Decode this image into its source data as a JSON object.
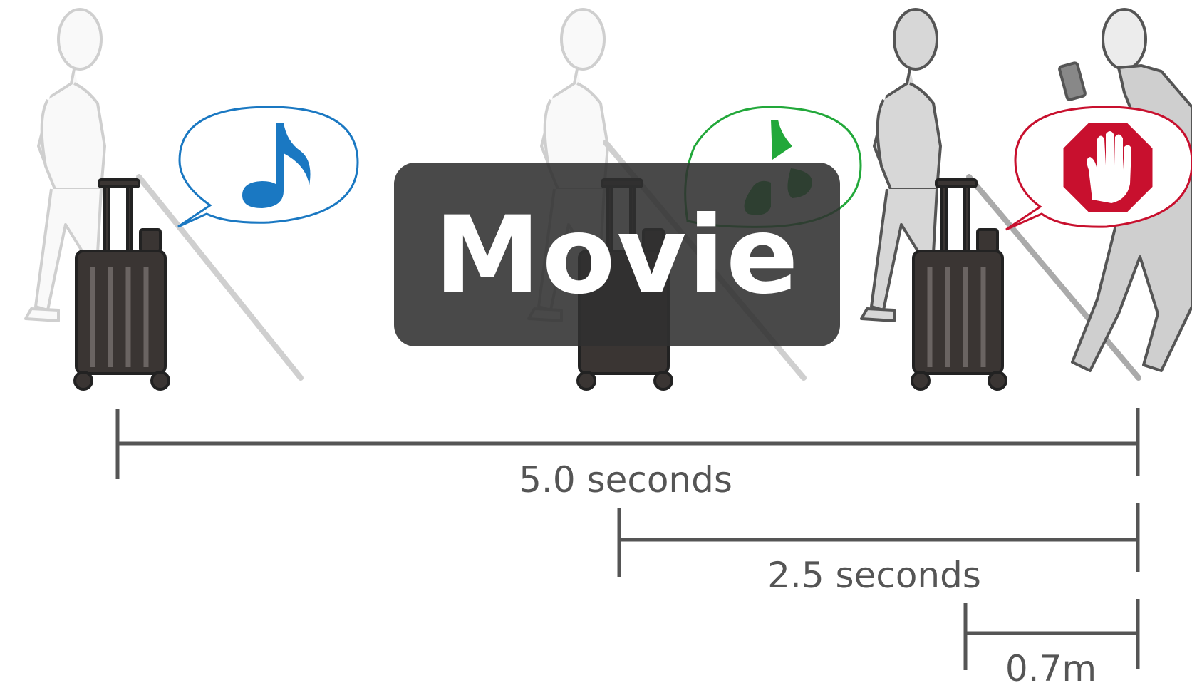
{
  "overlay": {
    "label": "Movie"
  },
  "measurements": [
    {
      "label": "5.0 seconds"
    },
    {
      "label": "2.5 seconds"
    },
    {
      "label": "0.7m"
    }
  ],
  "bubbles": [
    {
      "icon": "music-note-icon",
      "color": "#1a78c2"
    },
    {
      "icon": "music-note-icon",
      "color": "#22a83a"
    },
    {
      "icon": "stop-hand-icon",
      "color": "#c8102e"
    }
  ],
  "colors": {
    "line": "#555555",
    "suitcase": "#3a3533"
  }
}
